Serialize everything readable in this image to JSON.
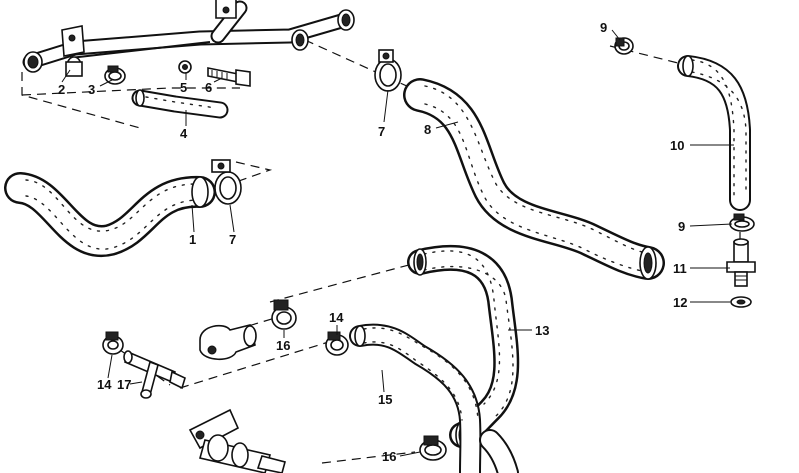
{
  "labels": {
    "p1": "1",
    "p2": "2",
    "p3": "3",
    "p4": "4",
    "p5": "5",
    "p6": "6",
    "p7a": "7",
    "p7b": "7",
    "p8": "8",
    "p9a": "9",
    "p9b": "9",
    "p10": "10",
    "p11": "11",
    "p12": "12",
    "p13": "13",
    "p14a": "14",
    "p14b": "14",
    "p15": "15",
    "p16a": "16",
    "p16b": "16",
    "p17": "17"
  }
}
